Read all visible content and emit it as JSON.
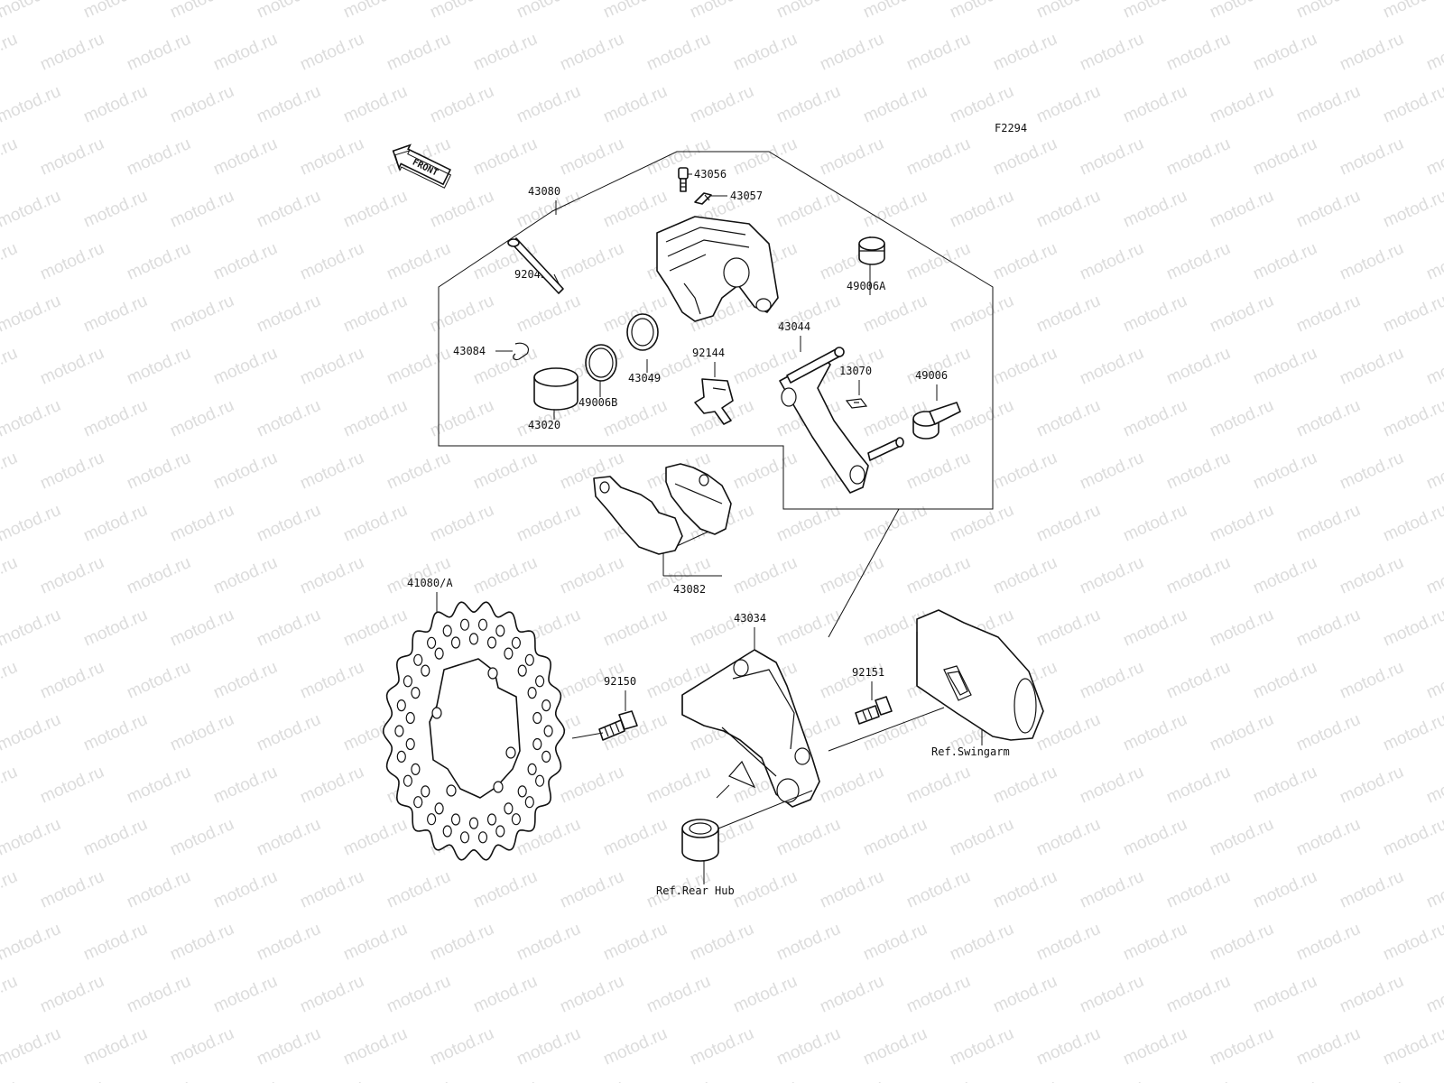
{
  "figure_code": "F2294",
  "watermark": "motod.ru",
  "front_arrow_text": "FRONT",
  "labels": {
    "p43080": "43080",
    "p43056": "43056",
    "p43057": "43057",
    "p92043": "92043",
    "p49006A": "49006A",
    "p43044": "43044",
    "p43084": "43084",
    "p92144": "92144",
    "p13070": "13070",
    "p49006": "49006",
    "p43049": "43049",
    "p49006B": "49006B",
    "p43020": "43020",
    "p43082": "43082",
    "p41080A": "41080/A",
    "p43034": "43034",
    "p92150": "92150",
    "p92151": "92151",
    "refSwingarm": "Ref.Swingarm",
    "refRearHub": "Ref.Rear Hub"
  }
}
